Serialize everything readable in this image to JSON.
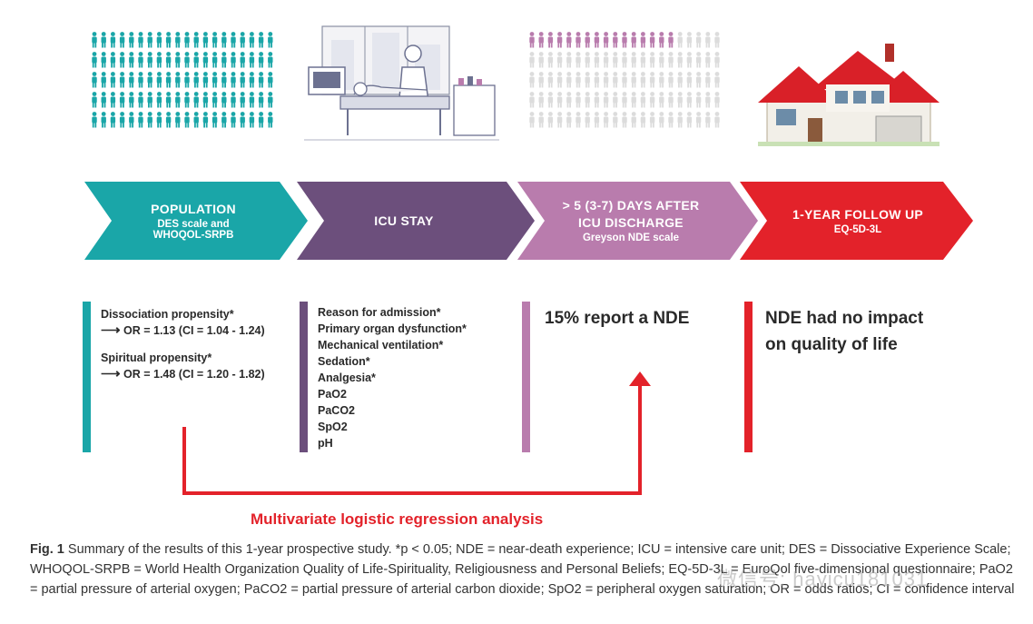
{
  "colors": {
    "teal": "#1aa6a8",
    "purple": "#6c4f7c",
    "mauve": "#b97cad",
    "red": "#e3222a",
    "person_gray": "#dcdcdc"
  },
  "stages": [
    {
      "title": "POPULATION",
      "line2": "DES scale and",
      "line3": "WHOQOL-SRPB"
    },
    {
      "title": "ICU STAY",
      "line2": "",
      "line3": ""
    },
    {
      "title": "> 5 (3-7) DAYS AFTER",
      "line2": "ICU DISCHARGE",
      "line3": "Greyson NDE scale"
    },
    {
      "title": "1-YEAR FOLLOW UP",
      "line2": "EQ-5D-3L",
      "line3": ""
    }
  ],
  "population_results": {
    "item1_label": "Dissociation propensity*",
    "item1_value": "OR = 1.13 (CI = 1.04 - 1.24)",
    "item2_label": "Spiritual propensity*",
    "item2_value": "OR = 1.48 (CI = 1.20 - 1.82)"
  },
  "icu_variables": [
    "Reason for admission*",
    "Primary organ dysfunction*",
    "Mechanical ventilation*",
    "Sedation*",
    "Analgesia*",
    "PaO2",
    "PaCO2",
    "SpO2",
    "pH"
  ],
  "nde_result": "15% report a NDE",
  "followup_result_line1": "NDE had no impact",
  "followup_result_line2": "on quality of life",
  "analysis_label": "Multivariate logistic regression analysis",
  "caption": {
    "fig_label": "Fig. 1",
    "text": "Summary of the results of this 1-year prospective study. *p < 0.05; NDE = near-death experience; ICU = intensive care unit; DES = Dissociative Experience Scale; WHOQOL-SRPB = World Health Organization Quality of Life-Spirituality, Religiousness and Personal Beliefs; EQ-5D-3L = EuroQol five-dimensional questionnaire; PaO2 = partial pressure of arterial oxygen; PaCO2 = partial pressure of arterial carbon dioxide; SpO2 = peripheral oxygen saturation; OR = odds ratios; CI = confidence interval"
  },
  "watermark": "微信号: hayicu181031"
}
